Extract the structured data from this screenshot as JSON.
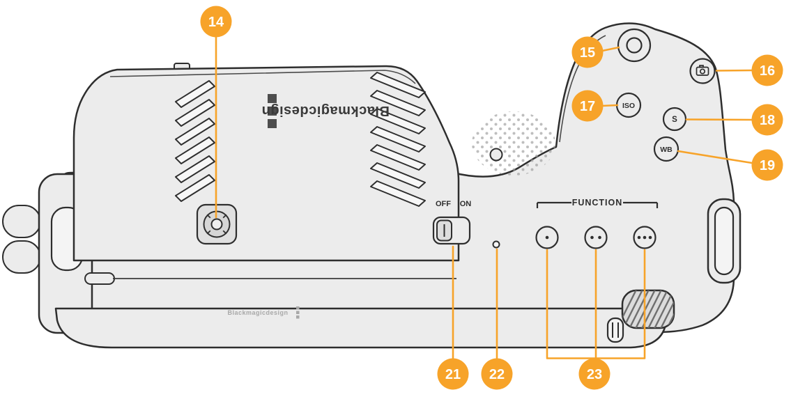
{
  "diagram": {
    "type": "annotated-line-drawing",
    "subject": "Camera top panel with numbered callouts",
    "accent_color": "#F7A329",
    "outline_color": "#2E2E2E",
    "labels": {
      "brand": "Blackmagicdesign",
      "off": "OFF",
      "on": "ON",
      "function": "FUNCTION",
      "iso": "ISO",
      "shutter": "S",
      "white_balance": "WB"
    },
    "callouts": [
      {
        "id": "14"
      },
      {
        "id": "15"
      },
      {
        "id": "16"
      },
      {
        "id": "17"
      },
      {
        "id": "18"
      },
      {
        "id": "19"
      },
      {
        "id": "21"
      },
      {
        "id": "22"
      },
      {
        "id": "23"
      }
    ]
  }
}
